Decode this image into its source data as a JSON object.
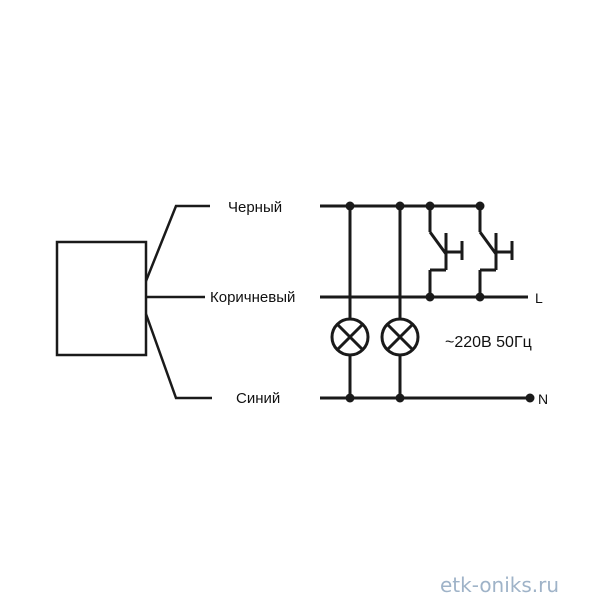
{
  "diagram": {
    "wires": {
      "black": "Черный",
      "brown": "Коричневый",
      "blue": "Синий"
    },
    "terminals": {
      "line": "L",
      "neutral": "N"
    },
    "supply": "~220В 50Гц",
    "lamps": [
      "lamp-1",
      "lamp-2"
    ],
    "switches": [
      "switch-1",
      "switch-2"
    ]
  },
  "watermark": "etk-oniks.ru",
  "colors": {
    "line": "#1a1a1a",
    "watermark": "#9fb3c8"
  }
}
